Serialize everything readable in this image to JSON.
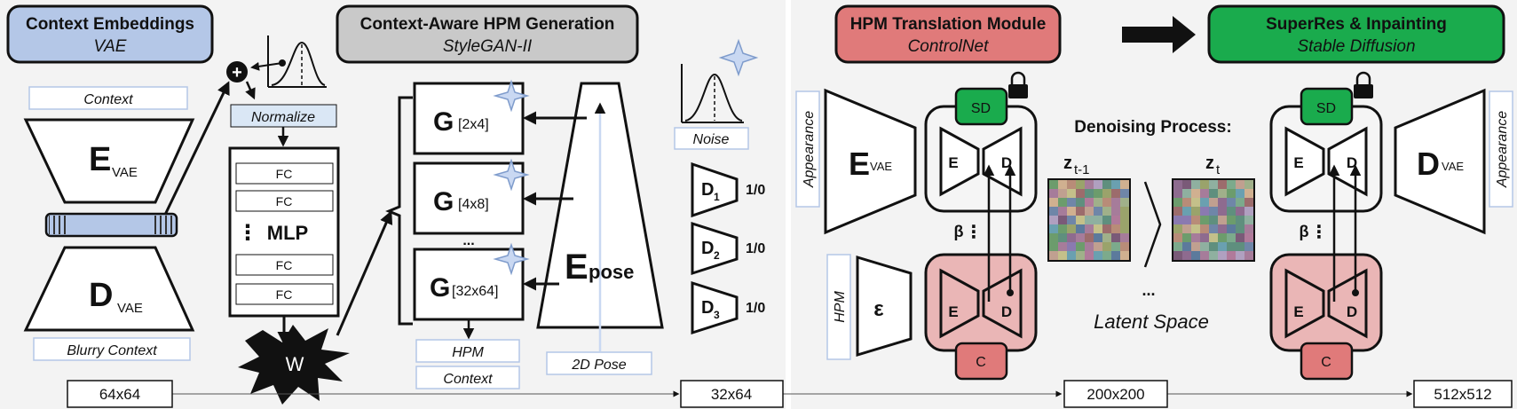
{
  "colors": {
    "panel_bg": "#f3f3f3",
    "vae_header": "#b4c7e7",
    "hpm_header": "#c9c9c9",
    "translation_header": "#e07a7a",
    "superres_header": "#1aab4d",
    "sd_green": "#1aab4d",
    "unet_pink": "#eab6b6",
    "c_red": "#e07a7a",
    "bottleneck": "#b4c7e7",
    "normalize_fill": "#dae7f5",
    "star": "#c9d8f2"
  },
  "headers": {
    "vae": {
      "title": "Context Embeddings",
      "subtitle": "VAE"
    },
    "hpm": {
      "title": "Context-Aware HPM Generation",
      "subtitle": "StyleGAN-II"
    },
    "translation": {
      "title": "HPM Translation Module",
      "subtitle": "ControlNet"
    },
    "superres": {
      "title": "SuperRes & Inpainting",
      "subtitle": "Stable Diffusion"
    }
  },
  "vae": {
    "context_label": "Context",
    "blurry_label": "Blurry Context",
    "encoder": {
      "main": "E",
      "sub": "VAE"
    },
    "decoder": {
      "main": "D",
      "sub": "VAE"
    }
  },
  "mlp": {
    "normalize": "Normalize",
    "fc": [
      "FC",
      "FC",
      "FC",
      "FC"
    ],
    "dots": "⋮",
    "label": "MLP",
    "w": "W",
    "plus": "+"
  },
  "generators": [
    {
      "g": "G",
      "size": "[2x4]"
    },
    {
      "g": "G",
      "size": "[4x8]"
    },
    {
      "g": "G",
      "size": "[32x64]"
    }
  ],
  "gen_ellipsis": "...",
  "outputs": {
    "hpm": "HPM",
    "context": "Context"
  },
  "epose": {
    "main": "E",
    "sub": "pose",
    "input": "2D Pose"
  },
  "noise_label": "Noise",
  "discriminators": [
    {
      "d": "D",
      "sub": "1",
      "out": "1/0"
    },
    {
      "d": "D",
      "sub": "2",
      "out": "1/0"
    },
    {
      "d": "D",
      "sub": "3",
      "out": "1/0"
    }
  ],
  "translation": {
    "appearance": "Appearance",
    "hpm": "HPM",
    "encoder": {
      "main": "E",
      "sub": "VAE"
    },
    "epsilon": "ε",
    "sd": "SD",
    "c": "C",
    "e": "E",
    "d": "D",
    "beta": "β",
    "dots": "⋮"
  },
  "denoising": {
    "title": "Denoising Process:",
    "z_prev": {
      "z": "z",
      "sub": "t-1"
    },
    "z_next": {
      "z": "z",
      "sub": "t"
    },
    "ellipsis": "...",
    "latent": "Latent Space"
  },
  "superres": {
    "sd": "SD",
    "c": "C",
    "e": "E",
    "d": "D",
    "beta": "β",
    "dots": "⋮",
    "decoder": {
      "main": "D",
      "sub": "VAE"
    },
    "appearance": "Appearance"
  },
  "resolutions": [
    "64x64",
    "32x64",
    "200x200",
    "512x512"
  ]
}
